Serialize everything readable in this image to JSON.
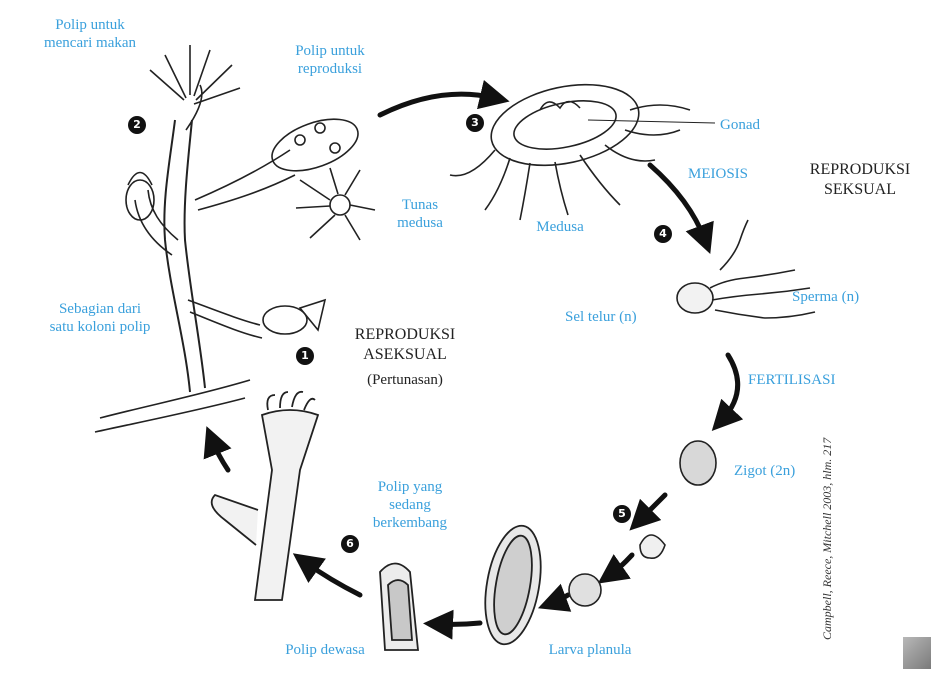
{
  "diagram": {
    "labels": {
      "feeding_polyp": "Polip untuk\nmencari makan",
      "reproductive_polyp": "Polip untuk\nreproduksi",
      "gonad": "Gonad",
      "meiosis": "MEIOSIS",
      "sexual_reproduction": "REPRODUKSI\nSEKSUAL",
      "medusa_bud": "Tunas\nmedusa",
      "medusa": "Medusa",
      "colony_part": "Sebagian dari\nsatu koloni polip",
      "asexual_reproduction": "REPRODUKSI\nASEKSUAL",
      "budding": "(Pertunasan)",
      "egg": "Sel telur (n)",
      "sperm": "Sperma (n)",
      "fertilization": "FERTILISASI",
      "zygote": "Zigot (2n)",
      "developing_polyp": "Polip yang\nsedang\nberkembang",
      "adult_polyp": "Polip dewasa",
      "planula": "Larva planula"
    },
    "steps": [
      "1",
      "2",
      "3",
      "4",
      "5",
      "6"
    ],
    "credit": "Campbell, Reece, Mitchell 2003, hlm. 217",
    "colors": {
      "label": "#3aa0dc",
      "ink": "#111111"
    }
  }
}
